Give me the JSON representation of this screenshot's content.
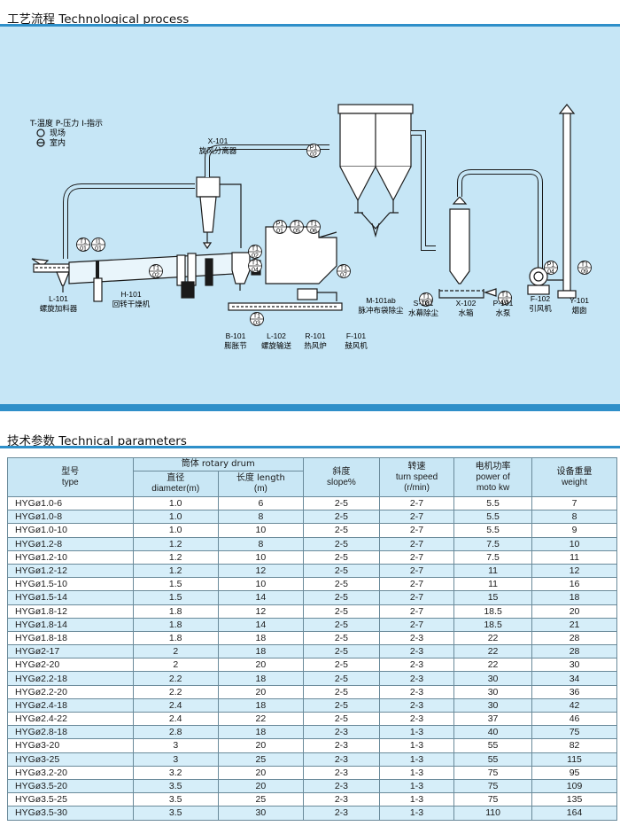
{
  "process_section": {
    "title": "工艺流程 Technological process",
    "legend": [
      "T-温度  P-压力  I-指示",
      "现场",
      "室内"
    ],
    "instruments": [
      {
        "l1": "T1",
        "l2": "01"
      },
      {
        "l1": "I1",
        "l2": "01"
      },
      {
        "l1": "P1",
        "l2": "02"
      },
      {
        "l1": "P1",
        "l2": "01"
      },
      {
        "l1": "T1",
        "l2": "05"
      },
      {
        "l1": "T1",
        "l2": "06"
      },
      {
        "l1": "T1",
        "l2": "02"
      },
      {
        "l1": "T1",
        "l2": "04"
      },
      {
        "l1": "T1",
        "l2": "02"
      },
      {
        "l1": "T1",
        "l2": "07"
      },
      {
        "l1": "T1",
        "l2": "03"
      },
      {
        "l1": "T1",
        "l2": "08"
      },
      {
        "l1": "T1",
        "l2": "03"
      },
      {
        "l1": "P1",
        "l2": "04"
      },
      {
        "l1": "T1",
        "l2": "09"
      }
    ],
    "equipment": [
      {
        "code": "L-101",
        "name": "螺旋加料器"
      },
      {
        "code": "H-101",
        "name": "回转干燥机"
      },
      {
        "code": "X-101",
        "name": "旋风分离器"
      },
      {
        "code": "B-101",
        "name": "膨胀节"
      },
      {
        "code": "L-102",
        "name": "螺旋输送"
      },
      {
        "code": "R-101",
        "name": "热风炉"
      },
      {
        "code": "F-101",
        "name": "鼓风机"
      },
      {
        "code": "M-101ab",
        "name": "脉冲布袋除尘"
      },
      {
        "code": "S-101",
        "name": "水幕除尘"
      },
      {
        "code": "X-102",
        "name": "水箱"
      },
      {
        "code": "P-101",
        "name": "水泵"
      },
      {
        "code": "F-102",
        "name": "引风机"
      },
      {
        "code": "Y-101",
        "name": "烟囱"
      }
    ]
  },
  "params_section": {
    "title": "技术参数 Technical parameters",
    "headers": {
      "model_cn": "型号",
      "model_en": "type",
      "drum": "筒体 rotary drum",
      "diameter_cn": "直径",
      "diameter_en": "diameter(m)",
      "length_cn": "长度 length",
      "length_en": "(m)",
      "slope_cn": "斜度",
      "slope_en": "slope%",
      "speed_cn": "转速",
      "speed_en1": "turn speed",
      "speed_en2": "(r/min)",
      "power_cn": "电机功率",
      "power_en1": "power of",
      "power_en2": "moto kw",
      "weight_cn": "设备重量",
      "weight_en": "weight"
    },
    "rows": [
      [
        "HYGø1.0-6",
        "1.0",
        "6",
        "2-5",
        "2-7",
        "5.5",
        "7"
      ],
      [
        "HYGø1.0-8",
        "1.0",
        "8",
        "2-5",
        "2-7",
        "5.5",
        "8"
      ],
      [
        "HYGø1.0-10",
        "1.0",
        "10",
        "2-5",
        "2-7",
        "5.5",
        "9"
      ],
      [
        "HYGø1.2-8",
        "1.2",
        "8",
        "2-5",
        "2-7",
        "7.5",
        "10"
      ],
      [
        "HYGø1.2-10",
        "1.2",
        "10",
        "2-5",
        "2-7",
        "7.5",
        "11"
      ],
      [
        "HYGø1.2-12",
        "1.2",
        "12",
        "2-5",
        "2-7",
        "11",
        "12"
      ],
      [
        "HYGø1.5-10",
        "1.5",
        "10",
        "2-5",
        "2-7",
        "11",
        "16"
      ],
      [
        "HYGø1.5-14",
        "1.5",
        "14",
        "2-5",
        "2-7",
        "15",
        "18"
      ],
      [
        "HYGø1.8-12",
        "1.8",
        "12",
        "2-5",
        "2-7",
        "18.5",
        "20"
      ],
      [
        "HYGø1.8-14",
        "1.8",
        "14",
        "2-5",
        "2-7",
        "18.5",
        "21"
      ],
      [
        "HYGø1.8-18",
        "1.8",
        "18",
        "2-5",
        "2-3",
        "22",
        "28"
      ],
      [
        "HYGø2-17",
        "2",
        "18",
        "2-5",
        "2-3",
        "22",
        "28"
      ],
      [
        "HYGø2-20",
        "2",
        "20",
        "2-5",
        "2-3",
        "22",
        "30"
      ],
      [
        "HYGø2.2-18",
        "2.2",
        "18",
        "2-5",
        "2-3",
        "30",
        "34"
      ],
      [
        "HYGø2.2-20",
        "2.2",
        "20",
        "2-5",
        "2-3",
        "30",
        "36"
      ],
      [
        "HYGø2.4-18",
        "2.4",
        "18",
        "2-5",
        "2-3",
        "30",
        "42"
      ],
      [
        "HYGø2.4-22",
        "2.4",
        "22",
        "2-5",
        "2-3",
        "37",
        "46"
      ],
      [
        "HYGø2.8-18",
        "2.8",
        "18",
        "2-3",
        "1-3",
        "40",
        "75"
      ],
      [
        "HYGø3-20",
        "3",
        "20",
        "2-3",
        "1-3",
        "55",
        "82"
      ],
      [
        "HYGø3-25",
        "3",
        "25",
        "2-3",
        "1-3",
        "55",
        "115"
      ],
      [
        "HYGø3.2-20",
        "3.2",
        "20",
        "2-3",
        "1-3",
        "75",
        "95"
      ],
      [
        "HYGø3.5-20",
        "3.5",
        "20",
        "2-3",
        "1-3",
        "75",
        "109"
      ],
      [
        "HYGø3.5-25",
        "3.5",
        "25",
        "2-3",
        "1-3",
        "75",
        "135"
      ],
      [
        "HYGø3.5-30",
        "3.5",
        "30",
        "2-3",
        "1-3",
        "110",
        "164"
      ]
    ]
  }
}
